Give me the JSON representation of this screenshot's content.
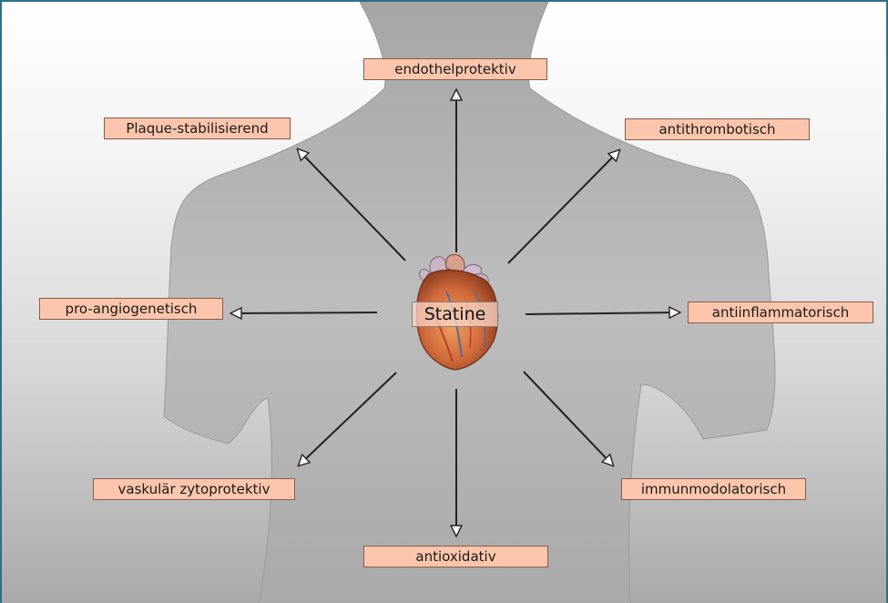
{
  "center": {
    "label": "Statine"
  },
  "effects": {
    "top": "endothelprotektiv",
    "top_left": "Plaque-stabilisierend",
    "top_right": "antithrombotisch",
    "left": "pro-angiogenetisch",
    "right": "antiinflammatorisch",
    "bottom_left": "vaskulär zytoprotektiv",
    "bottom_right": "immunmodolatorisch",
    "bottom": "antioxidativ"
  },
  "colors": {
    "label_fill": "#fcc6ad",
    "frame_border": "#2f6f88",
    "silhouette": "#b0b0b0",
    "arrow": "#222222"
  },
  "icons": {
    "center_image": "heart-icon"
  }
}
